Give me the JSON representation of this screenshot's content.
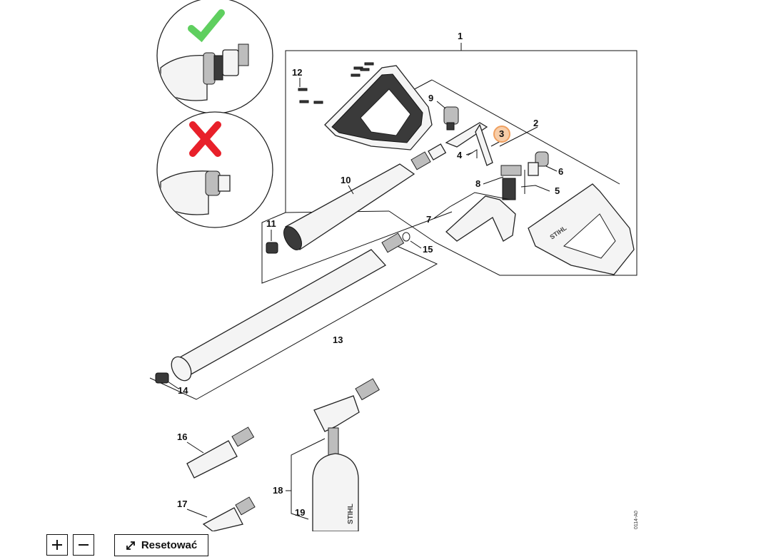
{
  "diagram": {
    "callouts": [
      "1",
      "2",
      "3",
      "4",
      "5",
      "6",
      "7",
      "8",
      "9",
      "10",
      "11",
      "12",
      "13",
      "14",
      "15",
      "16",
      "17",
      "18",
      "19"
    ],
    "highlighted_callout": "3",
    "highlight_color": "#f0a060",
    "check_color": "#5fcf5f",
    "cross_color": "#e8202a",
    "drawing_code": "0114-A0",
    "brand_mark": "STIHL"
  },
  "controls": {
    "zoom_in_icon": "plus-icon",
    "zoom_out_icon": "minus-icon",
    "reset_icon": "expand-arrows-icon",
    "reset_label": "Resetować"
  }
}
